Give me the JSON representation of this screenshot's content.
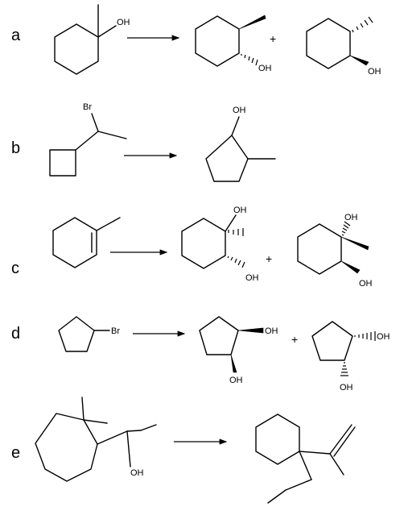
{
  "rows": {
    "a": {
      "label": "a"
    },
    "b": {
      "label": "b"
    },
    "c": {
      "label": "c"
    },
    "d": {
      "label": "d"
    },
    "e": {
      "label": "e"
    }
  },
  "atoms": {
    "hydroxyl": "OH",
    "bromo": "Br"
  },
  "plus": "+"
}
